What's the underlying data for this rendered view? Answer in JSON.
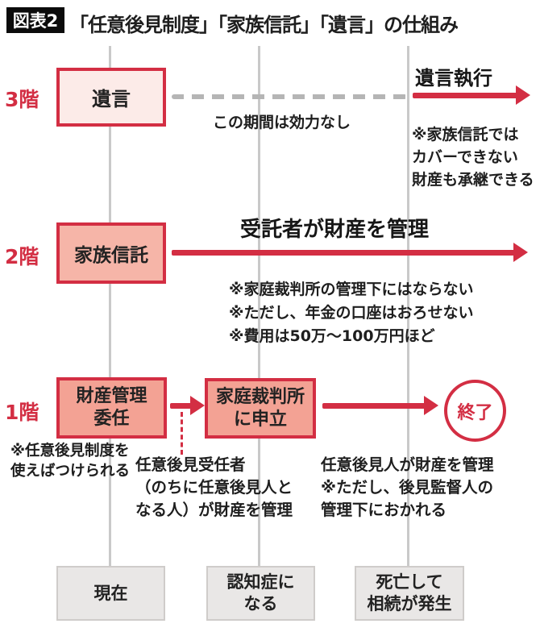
{
  "title": {
    "badge": "図表2",
    "text": "「任意後見制度」「家族信託」「遺言」の仕組み"
  },
  "colors": {
    "red": "#d32e43",
    "pink_light": "#fcebe8",
    "pink_mid": "#f6b5a8",
    "pink_dark": "#f3a294",
    "gray_line": "#c9c9c9",
    "gray_dash": "#b5b5b5",
    "gray_box": "#e9e7e6",
    "ink": "#1e1e1e"
  },
  "floor3": {
    "label": "3階",
    "box": "遺言",
    "dashed_caption": "この期間は効力なし",
    "arrow_title": "遺言執行",
    "notes": [
      "※家族信託では",
      "カバーできない",
      "財産も承継できる"
    ]
  },
  "floor2": {
    "label": "2階",
    "box": "家族信託",
    "arrow_title": "受託者が財産を管理",
    "notes": [
      "※家庭裁判所の管理下にはならない",
      "※ただし、年金の口座はおろせない",
      "※費用は50万〜100万円ほど"
    ]
  },
  "floor1": {
    "label": "1階",
    "box_delegation": [
      "財産管理",
      "委任"
    ],
    "box_court": [
      "家庭裁判所",
      "に申立"
    ],
    "end_label": "終了",
    "note_left": [
      "※任意後見制度を",
      "使えばつけられる"
    ],
    "note_mid": [
      "任意後見受任者",
      "（のちに任意後見人と",
      "なる人）が財産を管理"
    ],
    "note_right": [
      "任意後見人が財産を管理",
      "※ただし、後見監督人の",
      "管理下におかれる"
    ]
  },
  "timeline": {
    "now": [
      "現在"
    ],
    "dementia": [
      "認知症に",
      "なる"
    ],
    "death": [
      "死亡して",
      "相続が発生"
    ]
  }
}
